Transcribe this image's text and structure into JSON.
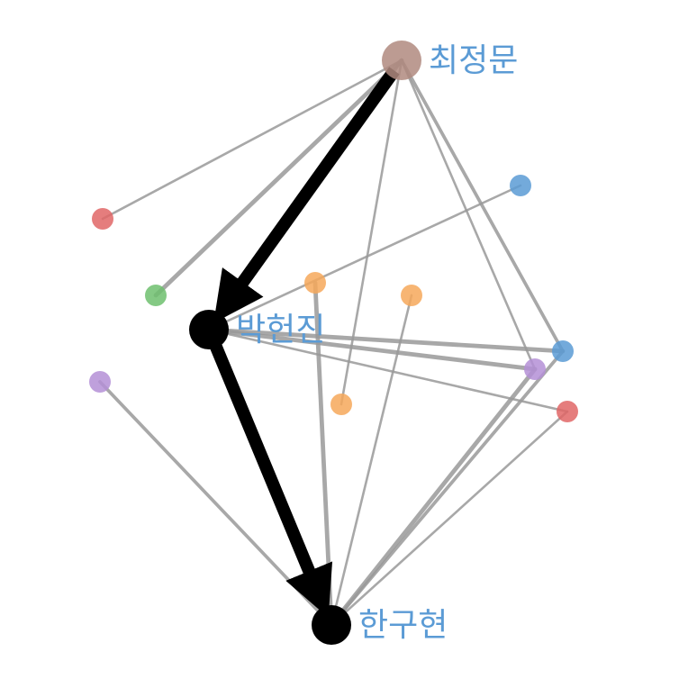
{
  "graph": {
    "label_color": "#5b9bd5",
    "highlight_color": "#000000",
    "edge_color": "#999999",
    "nodes": [
      {
        "id": "choi",
        "label": "최정문",
        "color": "#b0897f",
        "highlighted": false
      },
      {
        "id": "park",
        "label": "박헌진",
        "color": "#000000",
        "highlighted": true
      },
      {
        "id": "han",
        "label": "한구현",
        "color": "#000000",
        "highlighted": true
      },
      {
        "id": "n_red1",
        "label": "",
        "color": "#e06666"
      },
      {
        "id": "n_green",
        "label": "",
        "color": "#6fbf6f"
      },
      {
        "id": "n_purple1",
        "label": "",
        "color": "#b48fd6"
      },
      {
        "id": "n_orange1",
        "label": "",
        "color": "#f6a85a"
      },
      {
        "id": "n_orange2",
        "label": "",
        "color": "#f6a85a"
      },
      {
        "id": "n_orange3",
        "label": "",
        "color": "#f6a85a"
      },
      {
        "id": "n_blue1",
        "label": "",
        "color": "#5b9bd5"
      },
      {
        "id": "n_blue2",
        "label": "",
        "color": "#5b9bd5"
      },
      {
        "id": "n_purple2",
        "label": "",
        "color": "#b48fd6"
      },
      {
        "id": "n_red2",
        "label": "",
        "color": "#e06666"
      }
    ],
    "edges": [
      {
        "from": "choi",
        "to": "n_red1",
        "weight": 1
      },
      {
        "from": "choi",
        "to": "n_green",
        "weight": 3
      },
      {
        "from": "choi",
        "to": "park",
        "weight": 2
      },
      {
        "from": "choi",
        "to": "n_orange3",
        "weight": 1
      },
      {
        "from": "choi",
        "to": "n_purple2",
        "weight": 1
      },
      {
        "from": "choi",
        "to": "n_blue2",
        "weight": 2
      },
      {
        "from": "park",
        "to": "n_blue1",
        "weight": 1
      },
      {
        "from": "park",
        "to": "n_blue2",
        "weight": 3
      },
      {
        "from": "park",
        "to": "n_purple2",
        "weight": 3
      },
      {
        "from": "park",
        "to": "n_red2",
        "weight": 1
      },
      {
        "from": "n_orange1",
        "to": "han",
        "weight": 3
      },
      {
        "from": "n_orange2",
        "to": "han",
        "weight": 1
      },
      {
        "from": "n_purple1",
        "to": "han",
        "weight": 2
      },
      {
        "from": "n_purple2",
        "to": "han",
        "weight": 3
      },
      {
        "from": "n_blue2",
        "to": "han",
        "weight": 2
      },
      {
        "from": "n_red2",
        "to": "han",
        "weight": 1
      }
    ],
    "path": [
      "choi",
      "park",
      "han"
    ]
  }
}
